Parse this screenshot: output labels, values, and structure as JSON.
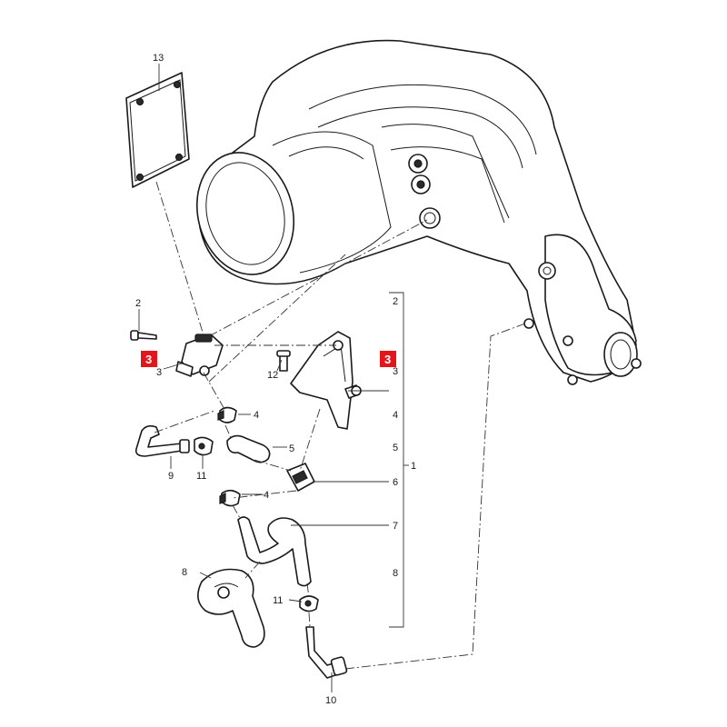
{
  "callouts": {
    "c13": "13",
    "c2": "2",
    "c3": "3",
    "c12": "12",
    "c4a": "4",
    "c4b": "4",
    "c5": "5",
    "c9": "9",
    "c11a": "11",
    "c11b": "11",
    "c8": "8",
    "c7": "7",
    "c6": "6",
    "c10": "10",
    "c1": "1"
  },
  "highlights": {
    "left": "3",
    "right": "3"
  },
  "legend_column": [
    "2",
    "3",
    "4",
    "5",
    "6",
    "7",
    "8"
  ],
  "colors": {
    "highlight": "#e3161b",
    "line": "#1a1a1a"
  }
}
